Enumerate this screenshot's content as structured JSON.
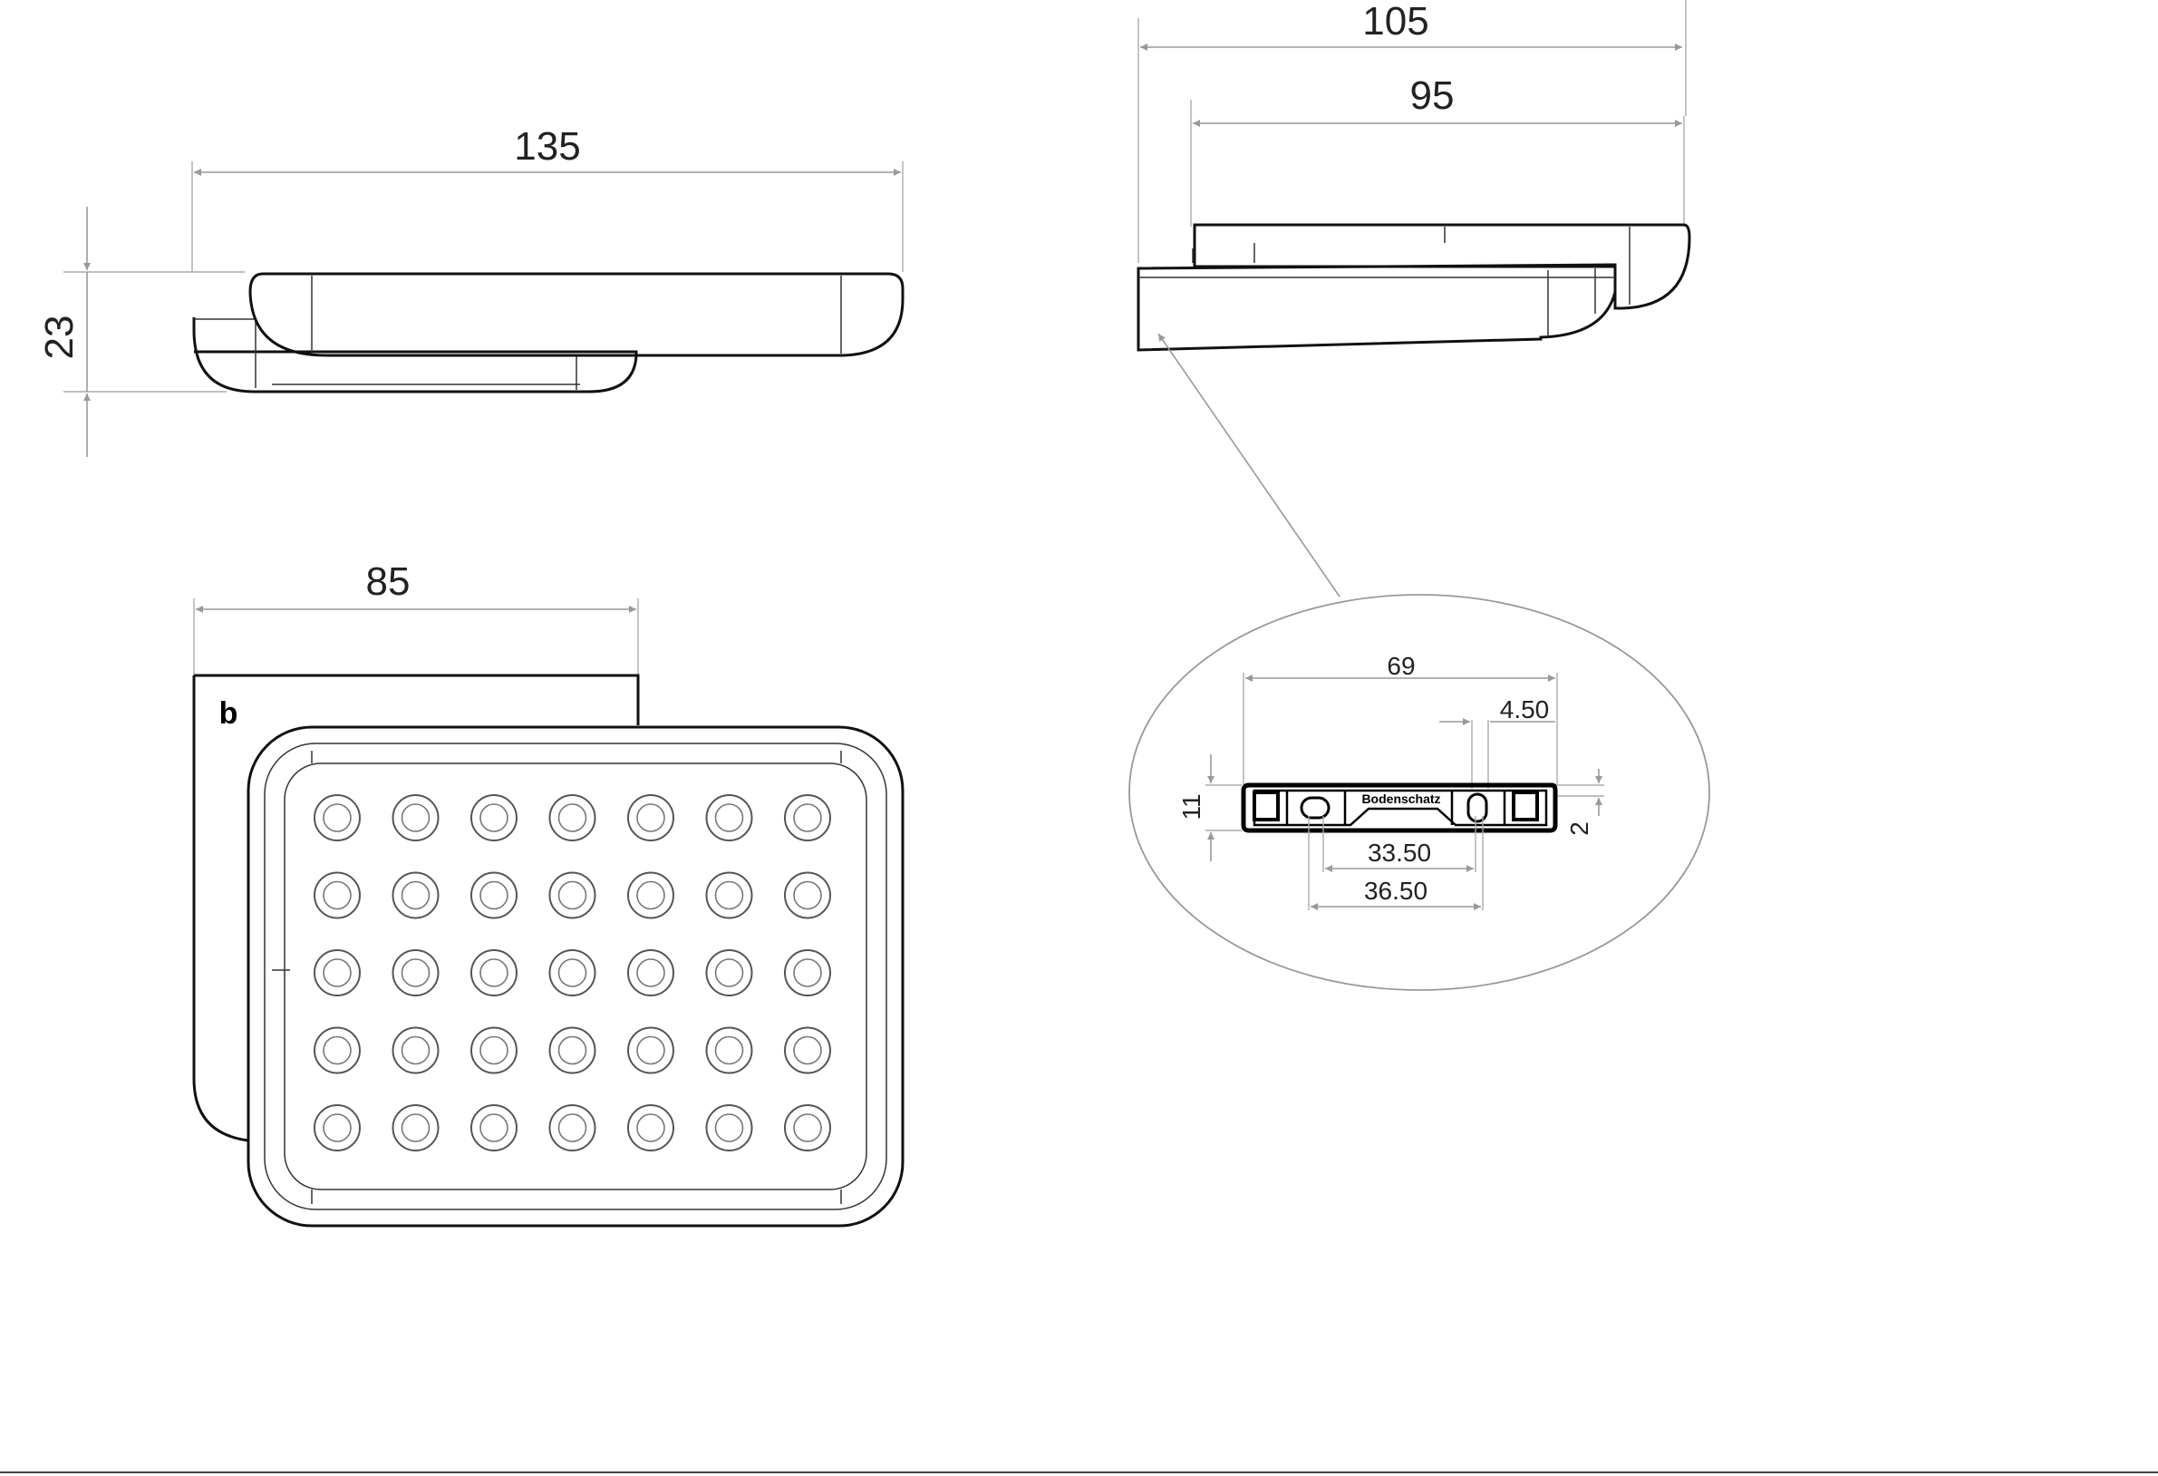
{
  "dimensions": {
    "front_width": "135",
    "front_height": "23",
    "top_width": "85",
    "side_total": "105",
    "side_tray": "95",
    "bracket_width": "69",
    "bracket_offset": "4.50",
    "bracket_height": "11",
    "bracket_step": "2",
    "hole_spacing_inner": "33.50",
    "hole_spacing_outer": "36.50"
  },
  "brand": {
    "logo_glyph": "b",
    "bracket_label": "Bodenschatz"
  },
  "tray": {
    "hole_rows": 5,
    "hole_cols": 7
  }
}
